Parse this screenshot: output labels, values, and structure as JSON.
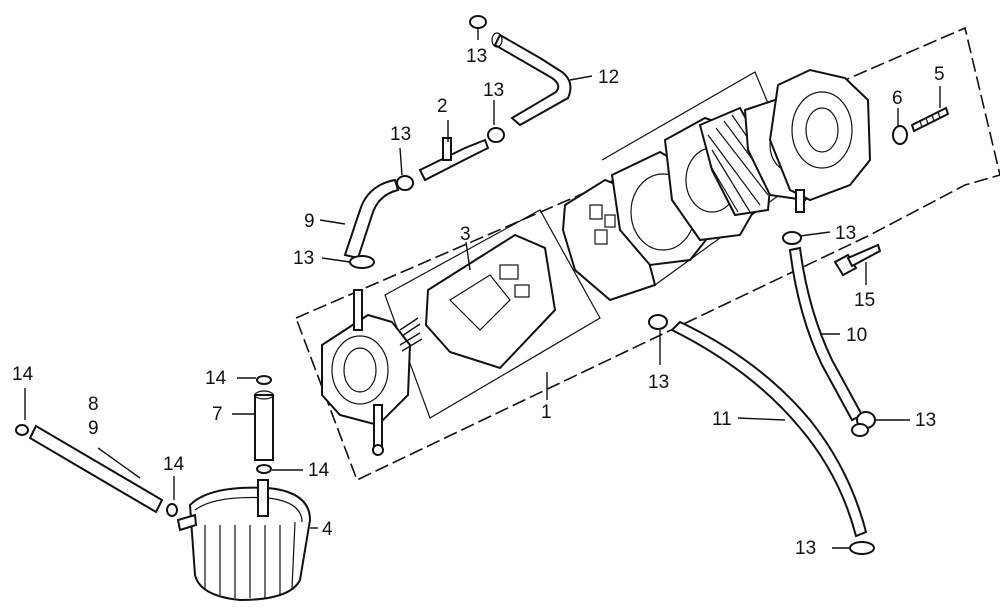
{
  "labels": {
    "l1": "1",
    "l2": "2",
    "l3": "3",
    "l4": "4",
    "l5": "5",
    "l6": "6",
    "l7": "7",
    "l8": "8",
    "l9a": "9",
    "l9b": "9",
    "l10": "10",
    "l11": "11",
    "l12": "12",
    "l13a": "13",
    "l13b": "13",
    "l13c": "13",
    "l13d": "13",
    "l13e": "13",
    "l13f": "13",
    "l13g": "13",
    "l13h": "13",
    "l14a": "14",
    "l14b": "14",
    "l14c": "14",
    "l14d": "14",
    "l15": "15"
  }
}
